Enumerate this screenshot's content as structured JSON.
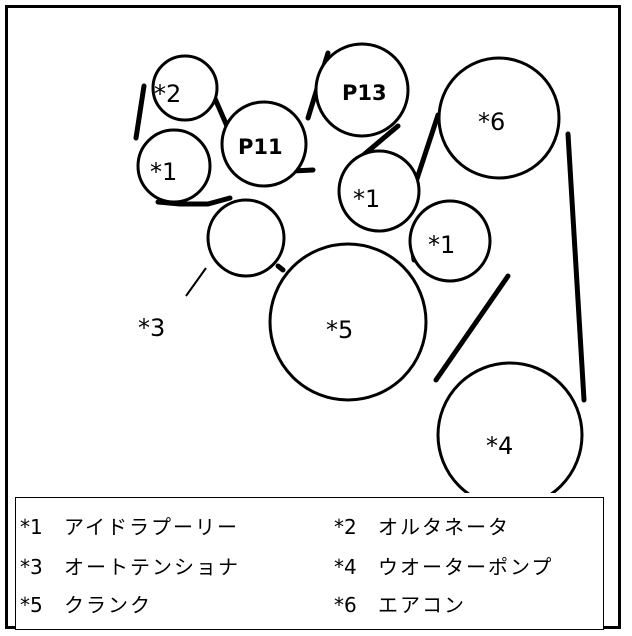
{
  "diagram": {
    "pulleys": [
      {
        "id": "idler_top_left",
        "label": "*1"
      },
      {
        "id": "alternator",
        "label": "*2"
      },
      {
        "id": "p11",
        "label": "P11"
      },
      {
        "id": "p13",
        "label": "P13"
      },
      {
        "id": "idler_mid",
        "label": "*1"
      },
      {
        "id": "aircon",
        "label": "*6"
      },
      {
        "id": "idler_right",
        "label": "*1"
      },
      {
        "id": "tensioner",
        "label": ""
      },
      {
        "id": "crank",
        "label": "*5"
      },
      {
        "id": "water_pump",
        "label": "*4"
      }
    ],
    "tensioner_callout": "*3"
  },
  "legend": {
    "rows": [
      [
        {
          "code": "*1",
          "text": "アイドラプーリー"
        },
        {
          "code": "*2",
          "text": "オルタネータ"
        }
      ],
      [
        {
          "code": "*3",
          "text": "オートテンショナ"
        },
        {
          "code": "*4",
          "text": "ウオーターポンプ"
        }
      ],
      [
        {
          "code": "*5",
          "text": "クランク"
        },
        {
          "code": "*6",
          "text": "エアコン"
        }
      ]
    ]
  }
}
